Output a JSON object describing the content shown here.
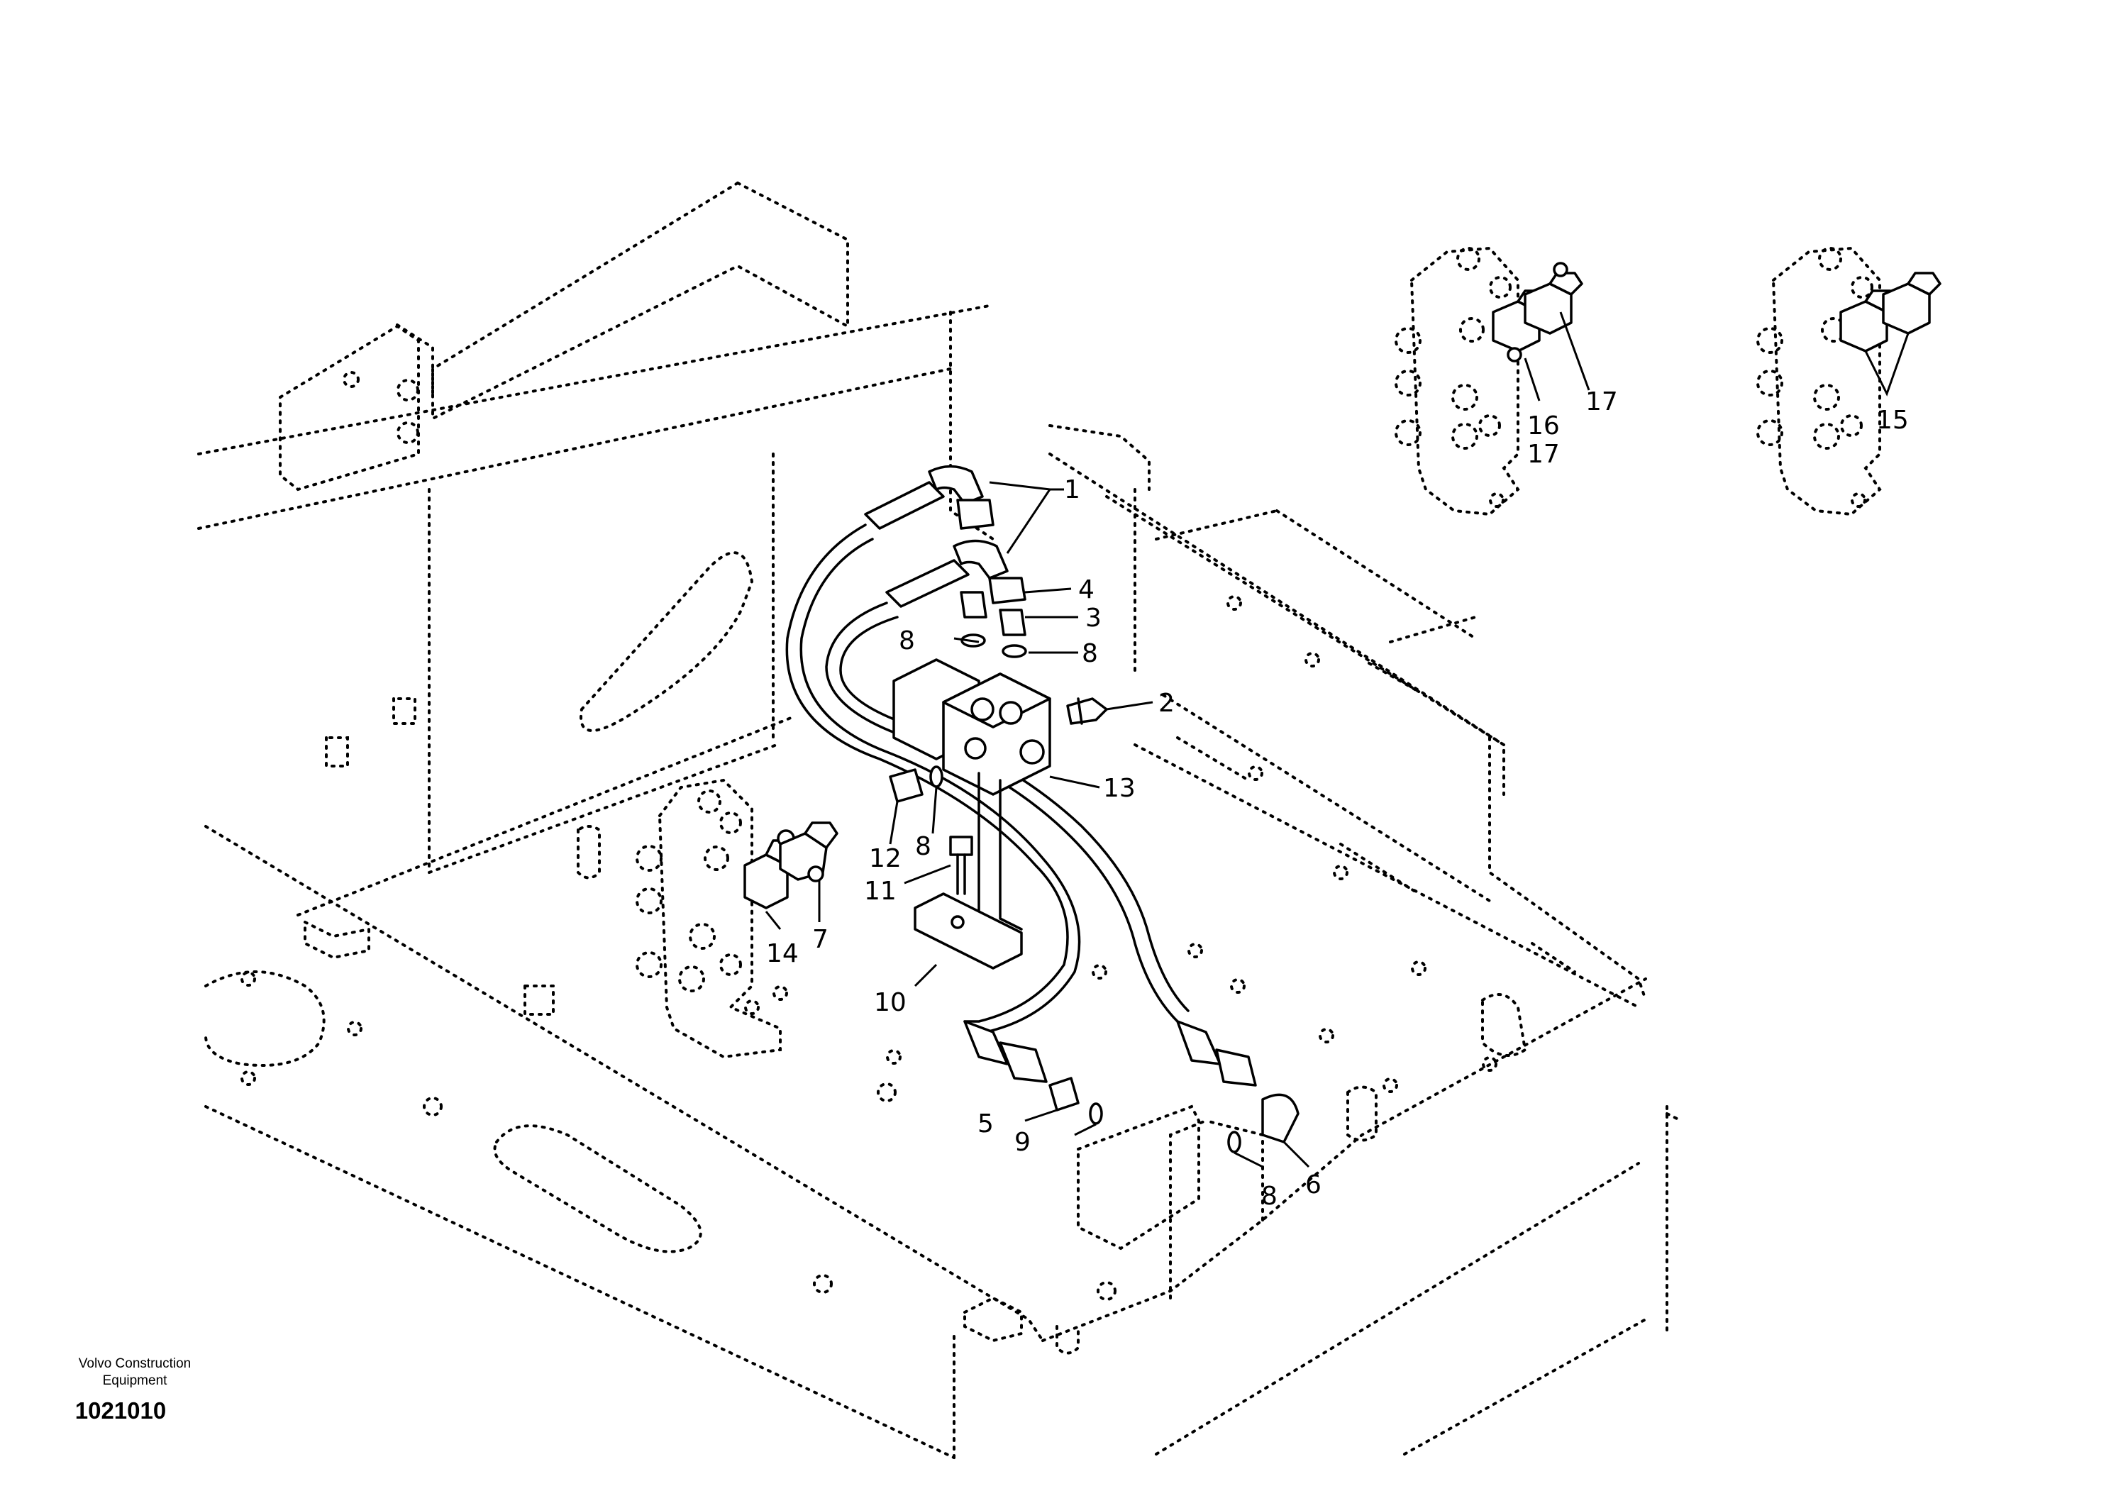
{
  "callouts": {
    "c1": "1",
    "c2": "2",
    "c3": "3",
    "c4": "4",
    "c5": "5",
    "c6": "6",
    "c7": "7",
    "c8a": "8",
    "c8b": "8",
    "c8c": "8",
    "c8d": "8",
    "c9": "9",
    "c10": "10",
    "c11": "11",
    "c12": "12",
    "c13": "13",
    "c14": "14",
    "c15": "15",
    "c16": "16",
    "c17a": "17",
    "c17b": "17"
  },
  "stamp": {
    "maker_line1": "Volvo Construction",
    "maker_line2": "Equipment",
    "drawing_number": "1021010"
  }
}
